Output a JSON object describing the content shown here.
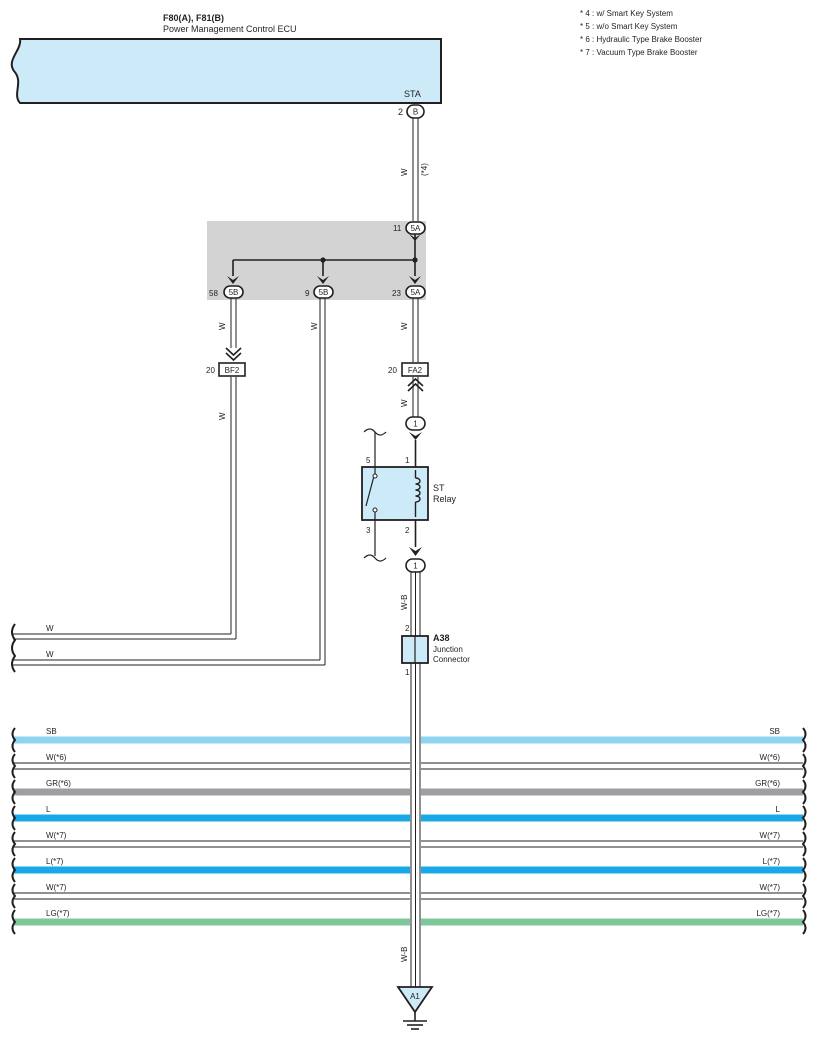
{
  "ecu": {
    "title": "F80(A), F81(B)",
    "name": "Power Management Control ECU",
    "terminal_name": "STA",
    "pin": "2",
    "connector": "B"
  },
  "notes": [
    "* 4 : w/ Smart Key System",
    "* 5 : w/o Smart Key System",
    "* 6 : Hydraulic Type Brake Booster",
    "* 7 : Vacuum Type Brake Booster"
  ],
  "wire_w": "W",
  "wire_w_note": "(*4)",
  "junction_block": {
    "top": {
      "pin": "11",
      "connector": "5A"
    },
    "bottom": [
      {
        "pin": "58",
        "connector": "5B"
      },
      {
        "pin": "9",
        "connector": "5B"
      },
      {
        "pin": "23",
        "connector": "5A"
      }
    ]
  },
  "connectors": {
    "bf2": {
      "pin": "20",
      "name": "BF2"
    },
    "fa2": {
      "pin": "20",
      "name": "FA2"
    }
  },
  "relay": {
    "name_line1": "ST",
    "name_line2": "Relay",
    "pins": {
      "p5": "5",
      "p3": "3",
      "p1": "1",
      "p2": "2"
    },
    "connector_top": "1",
    "connector_bottom": "1"
  },
  "wire_wb": "W-B",
  "a38": {
    "code": "A38",
    "line1": "Junction",
    "line2": "Connector",
    "pin_top": "2",
    "pin_bottom": "1"
  },
  "ground": "A1",
  "harness_left": [
    {
      "label": "W"
    },
    {
      "label": "W"
    }
  ],
  "harness": [
    {
      "label": "SB",
      "color": "#8fd3f0",
      "thick": true
    },
    {
      "label": "W(*6)",
      "color": "#ffffff",
      "thick": false
    },
    {
      "label": "GR(*6)",
      "color": "#9d9fa2",
      "thick": true
    },
    {
      "label": "L",
      "color": "#19a9e6",
      "thick": true
    },
    {
      "label": "W(*7)",
      "color": "#ffffff",
      "thick": false
    },
    {
      "label": "L(*7)",
      "color": "#19a9e6",
      "thick": true
    },
    {
      "label": "W(*7)",
      "color": "#ffffff",
      "thick": false
    },
    {
      "label": "LG(*7)",
      "color": "#7fc79a",
      "thick": true
    }
  ],
  "colors": {
    "line": "#231f20",
    "component_fill": "#cdeaf8",
    "junction_fill": "#d3d3d3"
  }
}
